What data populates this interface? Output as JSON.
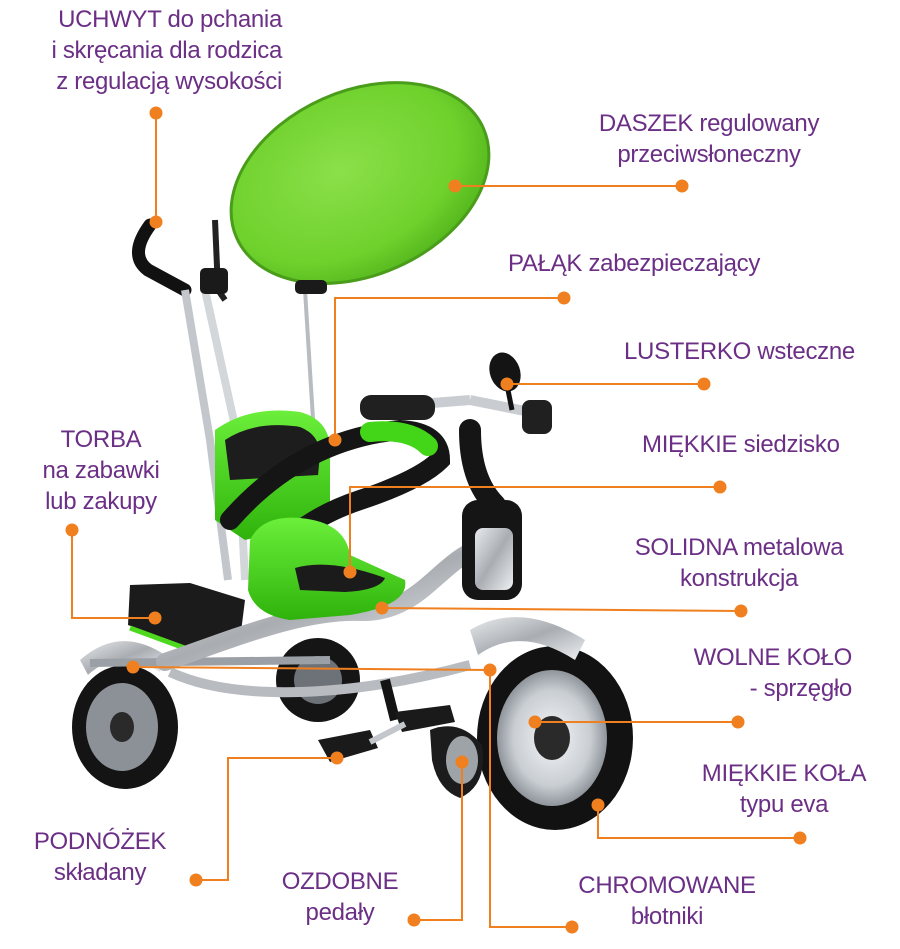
{
  "colors": {
    "label_text": "#6b2f86",
    "leader_line": "#f0801f",
    "canopy": "#6fd12c",
    "seat": "#4ed820",
    "frame": "#b8bcc0",
    "tire": "#151515"
  },
  "callouts": [
    {
      "id": "handle",
      "lines": [
        "UCHWYT do pchania",
        "i skręcania dla rodzica",
        "z regulacją wysokości"
      ]
    },
    {
      "id": "canopy",
      "lines": [
        "DASZEK regulowany",
        "przeciwsłoneczny"
      ]
    },
    {
      "id": "safety-bar",
      "lines": [
        "PAŁĄK zabezpieczający"
      ]
    },
    {
      "id": "mirror",
      "lines": [
        "LUSTERKO wsteczne"
      ]
    },
    {
      "id": "seat",
      "lines": [
        "MIĘKKIE siedzisko"
      ]
    },
    {
      "id": "frame",
      "lines": [
        "SOLIDNA metalowa",
        "konstrukcja"
      ]
    },
    {
      "id": "freewheel",
      "lines": [
        "WOLNE KOŁO",
        "- sprzęgło"
      ]
    },
    {
      "id": "wheels",
      "lines": [
        "MIĘKKIE KOŁA",
        "typu eva"
      ]
    },
    {
      "id": "bag",
      "lines": [
        "TORBA",
        "na zabawki",
        "lub zakupy"
      ]
    },
    {
      "id": "footrest",
      "lines": [
        "PODNÓŻEK",
        "składany"
      ]
    },
    {
      "id": "pedals",
      "lines": [
        "OZDOBNE",
        "pedały"
      ]
    },
    {
      "id": "mudguards",
      "lines": [
        "CHROMOWANE",
        "błotniki"
      ]
    }
  ]
}
